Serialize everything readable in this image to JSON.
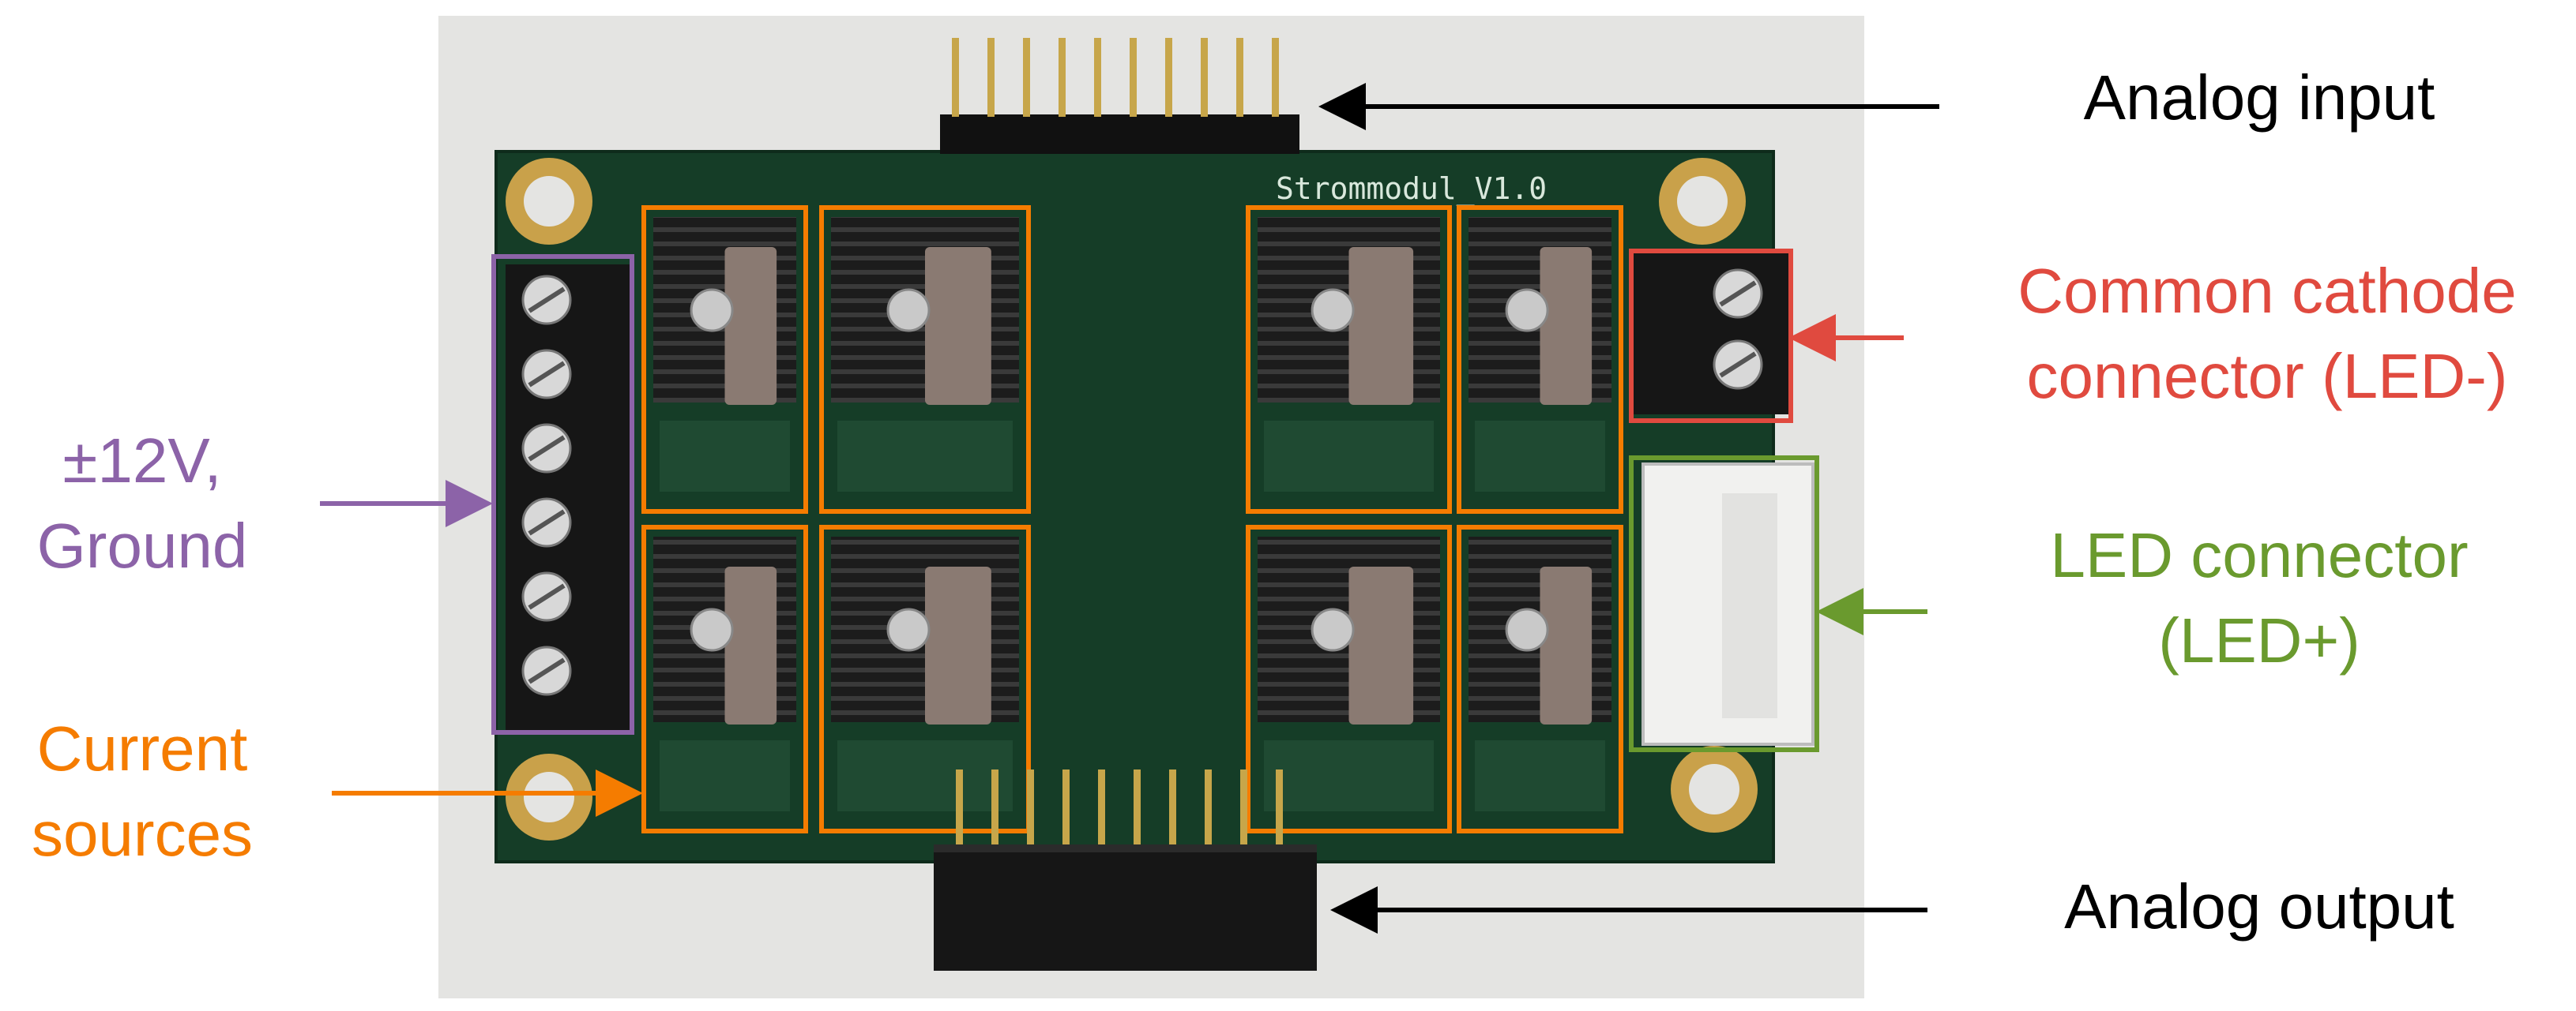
{
  "colors": {
    "black": "#000000",
    "purple": "#8c63a8",
    "orange": "#f57c00",
    "red": "#e04a3f",
    "green": "#6a9a2e",
    "pcb": "#153d27",
    "background_card": "#e4e4e2"
  },
  "board": {
    "silkscreen_text": "Strommodul_V1.0"
  },
  "labels": {
    "analog_input": "Analog input",
    "common_cathode": [
      "Common cathode",
      "connector (LED-)"
    ],
    "led_connector": [
      "LED connector",
      "(LED+)"
    ],
    "power": [
      "±12V,",
      "Ground"
    ],
    "current_sources": [
      "Current",
      "sources"
    ],
    "analog_output": "Analog output"
  }
}
